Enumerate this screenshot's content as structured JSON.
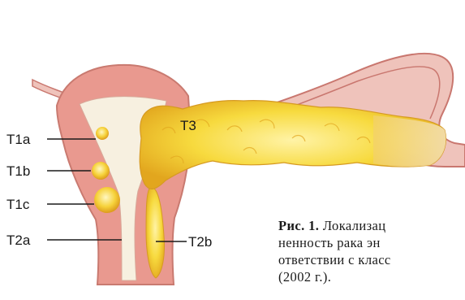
{
  "labels": {
    "t1a": "T1a",
    "t1b": "T1b",
    "t1c": "T1c",
    "t2a": "T2a",
    "t2b": "T2b",
    "t3": "T3"
  },
  "caption": {
    "bold": "Рис. 1.",
    "line1": "Локализац",
    "line2": "ненность рака эн",
    "line3": "ответствии с класс",
    "line4": "(2002 г.)."
  },
  "colors": {
    "uterine_wall": "#e9998f",
    "tube": "#efc3bb",
    "cavity": "#f7f0e0",
    "tumor": "#f5d63a",
    "tumor_dark": "#e0a820",
    "text": "#1a1a1a"
  }
}
